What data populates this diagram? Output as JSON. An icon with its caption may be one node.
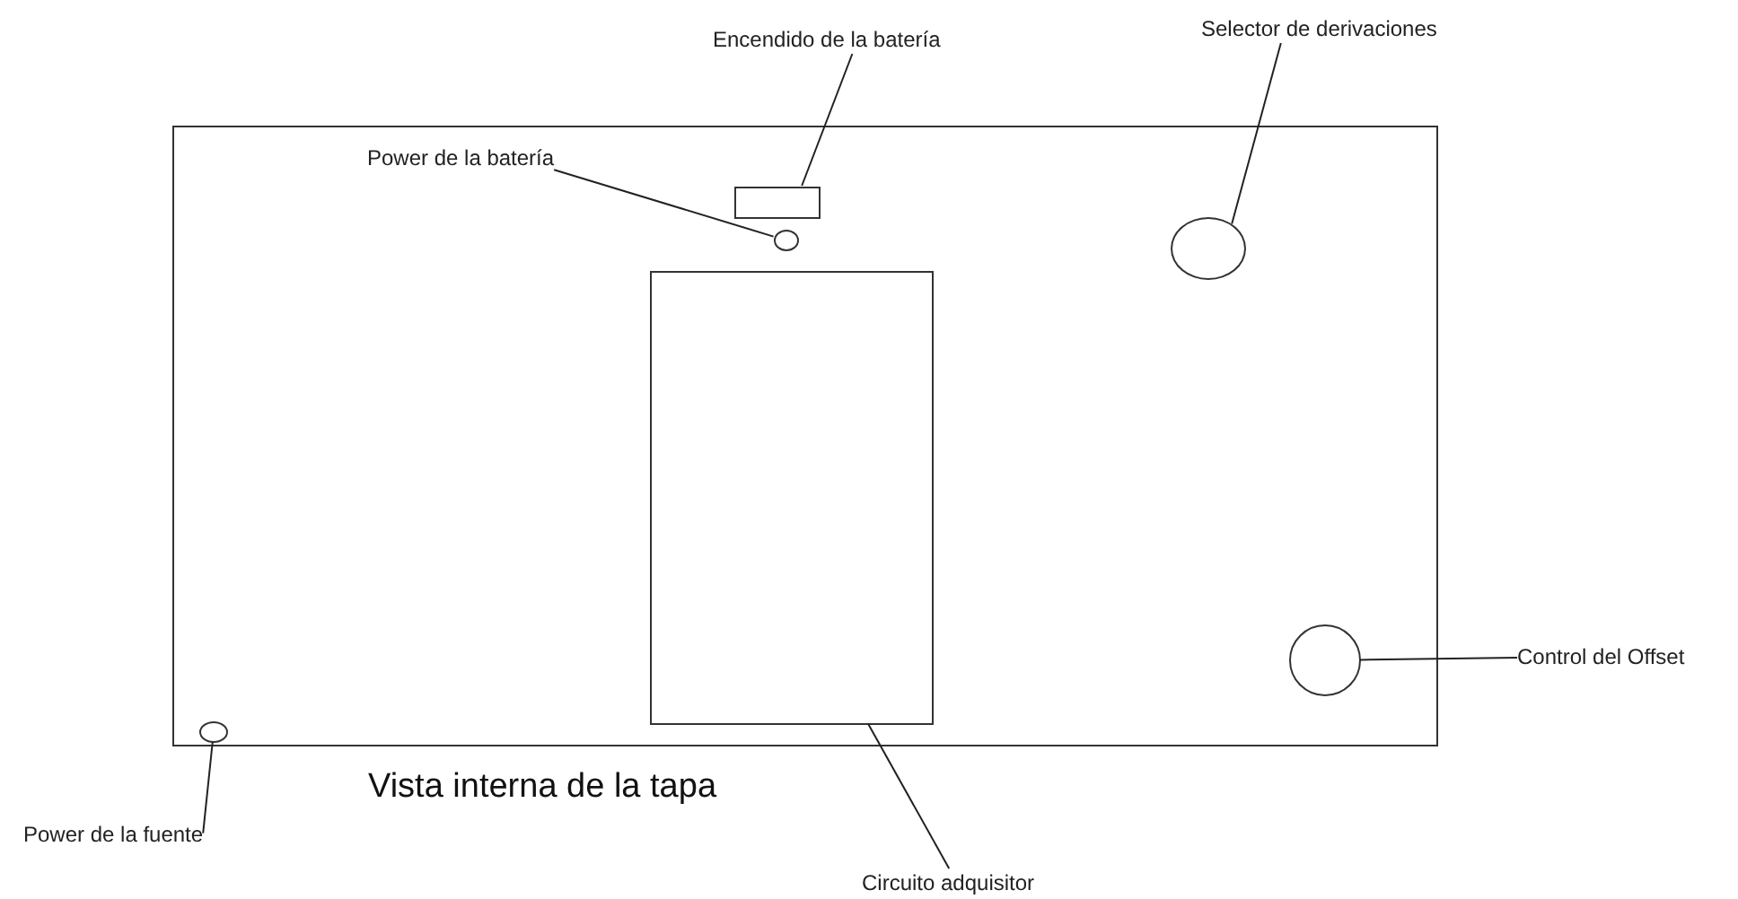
{
  "diagram": {
    "caption": "Vista interna de la tapa",
    "nodes": [
      {
        "text": [],
        "shape": "box"
      },
      {
        "text": [
          "Encendido de la batería"
        ]
      },
      {
        "text": [],
        "shape": "box",
        "in": 0
      },
      {
        "text": [
          "Power de la batería"
        ],
        "in": 0
      },
      {
        "text": [],
        "shape": "circle",
        "in": 0
      },
      {
        "text": [
          "Selector de derivaciones"
        ]
      },
      {
        "text": [],
        "shape": "circle",
        "in": 0
      },
      {
        "text": [],
        "shape": "box",
        "in": 0
      },
      {
        "text": [
          "Circuito adquisitor"
        ]
      },
      {
        "text": [
          "Control del Offset"
        ]
      },
      {
        "text": [],
        "shape": "circle",
        "in": 0
      },
      {
        "text": [
          "Power de la fuente"
        ]
      },
      {
        "text": [],
        "shape": "circle",
        "in": 0
      }
    ],
    "edges": [
      {
        "from": 1,
        "to": 2,
        "arrow": "none"
      },
      {
        "from": 3,
        "to": 4,
        "arrow": "none"
      },
      {
        "from": 5,
        "to": 6,
        "arrow": "none"
      },
      {
        "from": 8,
        "to": 7,
        "arrow": "none"
      },
      {
        "from": 9,
        "to": 10,
        "arrow": "none"
      },
      {
        "from": 11,
        "to": 12,
        "arrow": "none"
      }
    ]
  }
}
